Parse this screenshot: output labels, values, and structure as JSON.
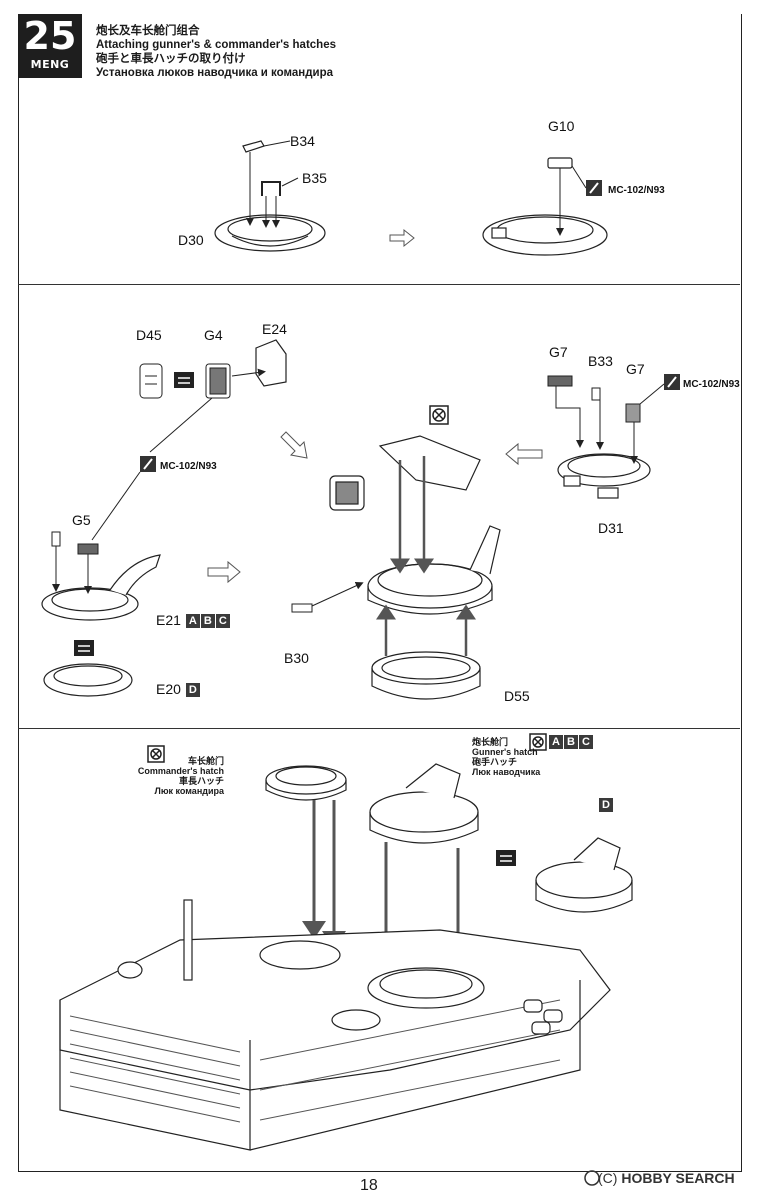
{
  "step": {
    "number": "25",
    "brand": "MENG",
    "title_cn": "炮长及车长舱门组合",
    "title_en": "Attaching gunner's & commander's hatches",
    "title_jp": "砲手と車長ハッチの取り付け",
    "title_ru": "Установка люков наводчика и командира"
  },
  "section1": {
    "parts": {
      "b34": "B34",
      "b35": "B35",
      "d30": "D30",
      "g10": "G10"
    },
    "cement": "MC-102/N93"
  },
  "section2": {
    "parts": {
      "d45": "D45",
      "g4": "G4",
      "e24": "E24",
      "g7a": "G7",
      "b33": "B33",
      "g7b": "G7",
      "d31": "D31",
      "g5": "G5",
      "e21": "E21",
      "e20": "E20",
      "b30": "B30",
      "d55": "D55"
    },
    "cement_left": "MC-102/N93",
    "cement_right": "MC-102/N93",
    "e21_options": [
      "A",
      "B",
      "C"
    ],
    "e20_options": [
      "D"
    ]
  },
  "section3": {
    "commander": {
      "cn": "车长舱门",
      "en": "Commander's hatch",
      "jp": "車長ハッチ",
      "ru": "Люк командира"
    },
    "gunner": {
      "cn": "炮长舱门",
      "en": "Gunner's hatch",
      "jp": "砲手ハッチ",
      "ru": "Люк наводчика"
    },
    "gunner_options": [
      "A",
      "B",
      "C"
    ],
    "alt_option": "D"
  },
  "footer": {
    "page": "18",
    "watermark_brand": "HOBBY SEARCH",
    "watermark_code": "(C)"
  },
  "colors": {
    "ink": "#1a1a1a",
    "badge": "#1e1e1e",
    "option_box": "#3a3a3a",
    "arrow": "#555555"
  }
}
